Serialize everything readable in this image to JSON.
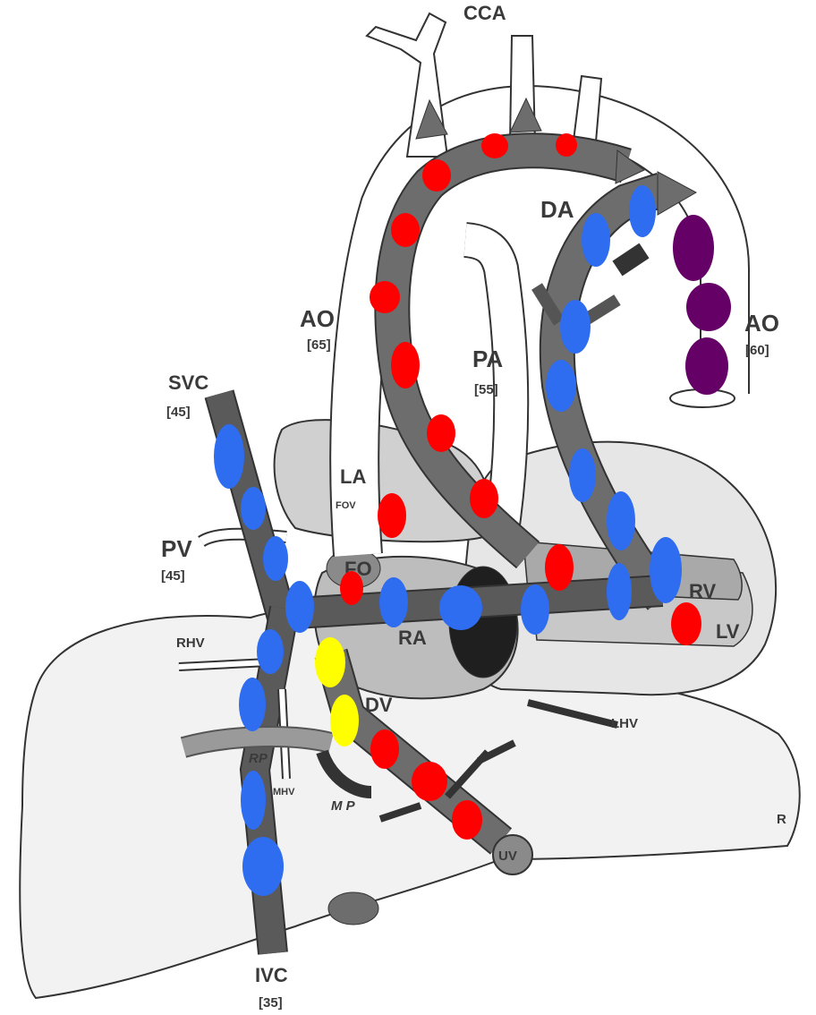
{
  "labels": {
    "cca": "CCA",
    "da": "DA",
    "ao_left": "AO",
    "ao_left_value": "[65]",
    "ao_right": "AO",
    "ao_right_value": "[60]",
    "pa": "PA",
    "pa_value": "[55]",
    "svc": "SVC",
    "svc_value": "[45]",
    "pv": "PV",
    "pv_value": "[45]",
    "la": "LA",
    "fov": "FOV",
    "fo": "FO",
    "ra": "RA",
    "rv": "RV",
    "lv": "LV",
    "rhv": "RHV",
    "dv": "DV",
    "lhv": "LHV",
    "rp": "RP",
    "mhv": "MHV",
    "mp": "M P",
    "uv": "UV",
    "ivc": "IVC",
    "ivc_value": "[35]",
    "signature": "R"
  },
  "colors": {
    "red": "#ff0000",
    "blue": "#2e6cf0",
    "yellow": "#ffff00",
    "purple": "#650066",
    "vessel_dark": "#6d6d6d",
    "organ_light": "#d6d6d6",
    "outline": "#333333"
  }
}
